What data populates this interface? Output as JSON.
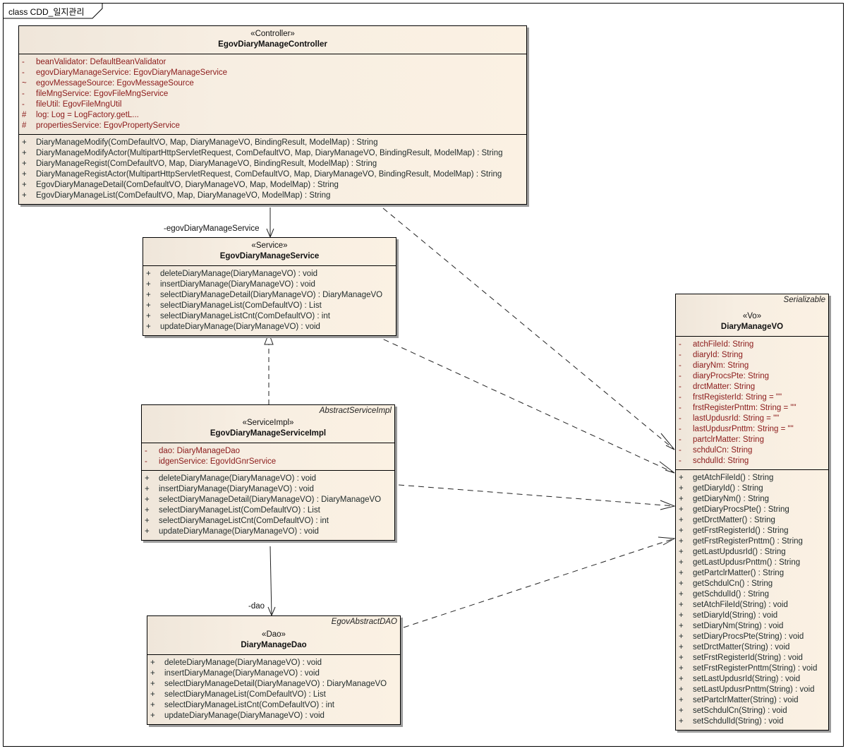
{
  "diagram": {
    "frame_title": "class CDD_일지관리",
    "classes": {
      "controller": {
        "stereotype": "«Controller»",
        "name": "EgovDiaryManageController",
        "attributes": [
          {
            "vis": "-",
            "text": "beanValidator:  DefaultBeanValidator"
          },
          {
            "vis": "-",
            "text": "egovDiaryManageService:  EgovDiaryManageService"
          },
          {
            "vis": "~",
            "text": "egovMessageSource:  EgovMessageSource"
          },
          {
            "vis": "-",
            "text": "fileMngService:  EgovFileMngService"
          },
          {
            "vis": "-",
            "text": "fileUtil:  EgovFileMngUtil"
          },
          {
            "vis": "#",
            "text": "log:  Log = LogFactory.getL..."
          },
          {
            "vis": "#",
            "text": "propertiesService:  EgovPropertyService"
          }
        ],
        "operations": [
          {
            "vis": "+",
            "text": "DiaryManageModify(ComDefaultVO, Map, DiaryManageVO, BindingResult, ModelMap) : String"
          },
          {
            "vis": "+",
            "text": "DiaryManageModifyActor(MultipartHttpServletRequest, ComDefaultVO, Map, DiaryManageVO, BindingResult, ModelMap) : String"
          },
          {
            "vis": "+",
            "text": "DiaryManageRegist(ComDefaultVO, Map, DiaryManageVO, BindingResult, ModelMap) : String"
          },
          {
            "vis": "+",
            "text": "DiaryManageRegistActor(MultipartHttpServletRequest, ComDefaultVO, Map, DiaryManageVO, BindingResult, ModelMap) : String"
          },
          {
            "vis": "+",
            "text": "EgovDiaryManageDetail(ComDefaultVO, DiaryManageVO, Map, ModelMap) : String"
          },
          {
            "vis": "+",
            "text": "EgovDiaryManageList(ComDefaultVO, Map, DiaryManageVO, ModelMap) : String"
          }
        ]
      },
      "service": {
        "stereotype": "«Service»",
        "name": "EgovDiaryManageService",
        "operations": [
          {
            "vis": "+",
            "text": "deleteDiaryManage(DiaryManageVO) : void"
          },
          {
            "vis": "+",
            "text": "insertDiaryManage(DiaryManageVO) : void"
          },
          {
            "vis": "+",
            "text": "selectDiaryManageDetail(DiaryManageVO) : DiaryManageVO"
          },
          {
            "vis": "+",
            "text": "selectDiaryManageList(ComDefaultVO) : List"
          },
          {
            "vis": "+",
            "text": "selectDiaryManageListCnt(ComDefaultVO) : int"
          },
          {
            "vis": "+",
            "text": "updateDiaryManage(DiaryManageVO) : void"
          }
        ]
      },
      "service_impl": {
        "parent": "AbstractServiceImpl",
        "stereotype": "«ServiceImpl»",
        "name": "EgovDiaryManageServiceImpl",
        "attributes": [
          {
            "vis": "-",
            "text": "dao:  DiaryManageDao"
          },
          {
            "vis": "-",
            "text": "idgenService:  EgovIdGnrService"
          }
        ],
        "operations": [
          {
            "vis": "+",
            "text": "deleteDiaryManage(DiaryManageVO) : void"
          },
          {
            "vis": "+",
            "text": "insertDiaryManage(DiaryManageVO) : void"
          },
          {
            "vis": "+",
            "text": "selectDiaryManageDetail(DiaryManageVO) : DiaryManageVO"
          },
          {
            "vis": "+",
            "text": "selectDiaryManageList(ComDefaultVO) : List"
          },
          {
            "vis": "+",
            "text": "selectDiaryManageListCnt(ComDefaultVO) : int"
          },
          {
            "vis": "+",
            "text": "updateDiaryManage(DiaryManageVO) : void"
          }
        ]
      },
      "dao": {
        "parent": "EgovAbstractDAO",
        "stereotype": "«Dao»",
        "name": "DiaryManageDao",
        "operations": [
          {
            "vis": "+",
            "text": "deleteDiaryManage(DiaryManageVO) : void"
          },
          {
            "vis": "+",
            "text": "insertDiaryManage(DiaryManageVO) : void"
          },
          {
            "vis": "+",
            "text": "selectDiaryManageDetail(DiaryManageVO) : DiaryManageVO"
          },
          {
            "vis": "+",
            "text": "selectDiaryManageList(ComDefaultVO) : List"
          },
          {
            "vis": "+",
            "text": "selectDiaryManageListCnt(ComDefaultVO) : int"
          },
          {
            "vis": "+",
            "text": "updateDiaryManage(DiaryManageVO) : void"
          }
        ]
      },
      "vo": {
        "parent": "Serializable",
        "stereotype": "«Vo»",
        "name": "DiaryManageVO",
        "attributes": [
          {
            "vis": "-",
            "text": "atchFileId:  String"
          },
          {
            "vis": "-",
            "text": "diaryId:  String"
          },
          {
            "vis": "-",
            "text": "diaryNm:  String"
          },
          {
            "vis": "-",
            "text": "diaryProcsPte:  String"
          },
          {
            "vis": "-",
            "text": "drctMatter:  String"
          },
          {
            "vis": "-",
            "text": "frstRegisterId:  String = \"\""
          },
          {
            "vis": "-",
            "text": "frstRegisterPnttm:  String = \"\""
          },
          {
            "vis": "-",
            "text": "lastUpdusrId:  String = \"\""
          },
          {
            "vis": "-",
            "text": "lastUpdusrPnttm:  String = \"\""
          },
          {
            "vis": "-",
            "text": "partclrMatter:  String"
          },
          {
            "vis": "-",
            "text": "schdulCn:  String"
          },
          {
            "vis": "-",
            "text": "schdulId:  String"
          }
        ],
        "operations": [
          {
            "vis": "+",
            "text": "getAtchFileId() : String"
          },
          {
            "vis": "+",
            "text": "getDiaryId() : String"
          },
          {
            "vis": "+",
            "text": "getDiaryNm() : String"
          },
          {
            "vis": "+",
            "text": "getDiaryProcsPte() : String"
          },
          {
            "vis": "+",
            "text": "getDrctMatter() : String"
          },
          {
            "vis": "+",
            "text": "getFrstRegisterId() : String"
          },
          {
            "vis": "+",
            "text": "getFrstRegisterPnttm() : String"
          },
          {
            "vis": "+",
            "text": "getLastUpdusrId() : String"
          },
          {
            "vis": "+",
            "text": "getLastUpdusrPnttm() : String"
          },
          {
            "vis": "+",
            "text": "getPartclrMatter() : String"
          },
          {
            "vis": "+",
            "text": "getSchdulCn() : String"
          },
          {
            "vis": "+",
            "text": "getSchdulId() : String"
          },
          {
            "vis": "+",
            "text": "setAtchFileId(String) : void"
          },
          {
            "vis": "+",
            "text": "setDiaryId(String) : void"
          },
          {
            "vis": "+",
            "text": "setDiaryNm(String) : void"
          },
          {
            "vis": "+",
            "text": "setDiaryProcsPte(String) : void"
          },
          {
            "vis": "+",
            "text": "setDrctMatter(String) : void"
          },
          {
            "vis": "+",
            "text": "setFrstRegisterId(String) : void"
          },
          {
            "vis": "+",
            "text": "setFrstRegisterPnttm(String) : void"
          },
          {
            "vis": "+",
            "text": "setLastUpdusrId(String) : void"
          },
          {
            "vis": "+",
            "text": "setLastUpdusrPnttm(String) : void"
          },
          {
            "vis": "+",
            "text": "setPartclrMatter(String) : void"
          },
          {
            "vis": "+",
            "text": "setSchdulCn(String) : void"
          },
          {
            "vis": "+",
            "text": "setSchdulId(String) : void"
          }
        ]
      }
    },
    "relations": [
      {
        "type": "association",
        "from": "EgovDiaryManageController",
        "to": "EgovDiaryManageService",
        "role": "-egovDiaryManageService"
      },
      {
        "type": "realization",
        "from": "EgovDiaryManageServiceImpl",
        "to": "EgovDiaryManageService"
      },
      {
        "type": "association",
        "from": "EgovDiaryManageServiceImpl",
        "to": "DiaryManageDao",
        "role": "-dao"
      },
      {
        "type": "dependency",
        "from": "EgovDiaryManageController",
        "to": "DiaryManageVO"
      },
      {
        "type": "dependency",
        "from": "EgovDiaryManageService",
        "to": "DiaryManageVO"
      },
      {
        "type": "dependency",
        "from": "EgovDiaryManageServiceImpl",
        "to": "DiaryManageVO"
      },
      {
        "type": "dependency",
        "from": "DiaryManageDao",
        "to": "DiaryManageVO"
      }
    ],
    "colors": {
      "attribute_text": "#8b1a1a",
      "operation_text": "#1f2a2a",
      "class_fill": "#f7eee2",
      "shadow": "#9c9c9c"
    }
  }
}
